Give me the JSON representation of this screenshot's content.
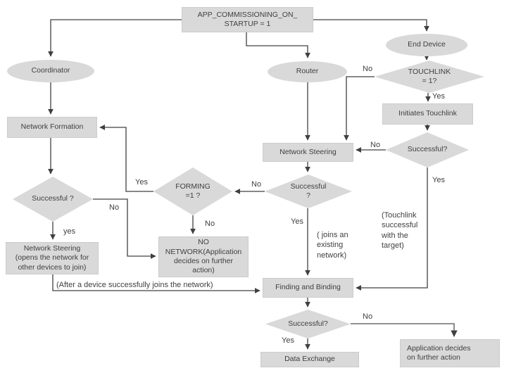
{
  "diagram": {
    "type": "flowchart",
    "colors": {
      "shape_fill": "#d9d9d9",
      "line": "#404040",
      "line_gray": "#6f6f6f",
      "text": "#3f3f3f",
      "background": "#ffffff"
    },
    "nodes": {
      "start": "APP_COMMISSIONING_ON_\nSTARTUP = 1",
      "coordinator": "Coordinator",
      "router": "Router",
      "end_device": "End Device",
      "network_formation": "Network Formation",
      "touchlink_check": "TOUCHLINK\n= 1?",
      "initiates_touchlink": "Initiates Touchlink",
      "touchlink_successful": "Successful?",
      "network_steering_mid": "Network Steering",
      "successful_left": "Successful ?",
      "forming_check": "FORMING\n=1 ?",
      "successful_mid": "Successful\n?",
      "network_steering_left": "Network Steering\n(opens the network for\nother devices to join)",
      "no_network": "NO\nNETWORK(Application\ndecides on further\naction)",
      "finding_binding": "Finding and Binding",
      "successful_bottom": "Successful?",
      "data_exchange": "Data Exchange",
      "app_decides": "Application decides\non further action"
    },
    "edge_labels": {
      "yes_left": "yes",
      "no_left": "No",
      "forming_yes": "Yes",
      "forming_no": "No",
      "mid_no": "No",
      "mid_yes": "Yes",
      "joins_note": "( joins an\nexisting\nnetwork)",
      "touchlink_no": "No",
      "touchlink_yes": "Yes",
      "tl_success_no": "No",
      "tl_success_yes": "Yes",
      "touchlink_note": "(Touchlink\nsuccessful\nwith the\ntarget)",
      "after_note": "(After a device successfully joins  the network)",
      "bottom_no": "No",
      "bottom_yes": "Yes"
    }
  }
}
